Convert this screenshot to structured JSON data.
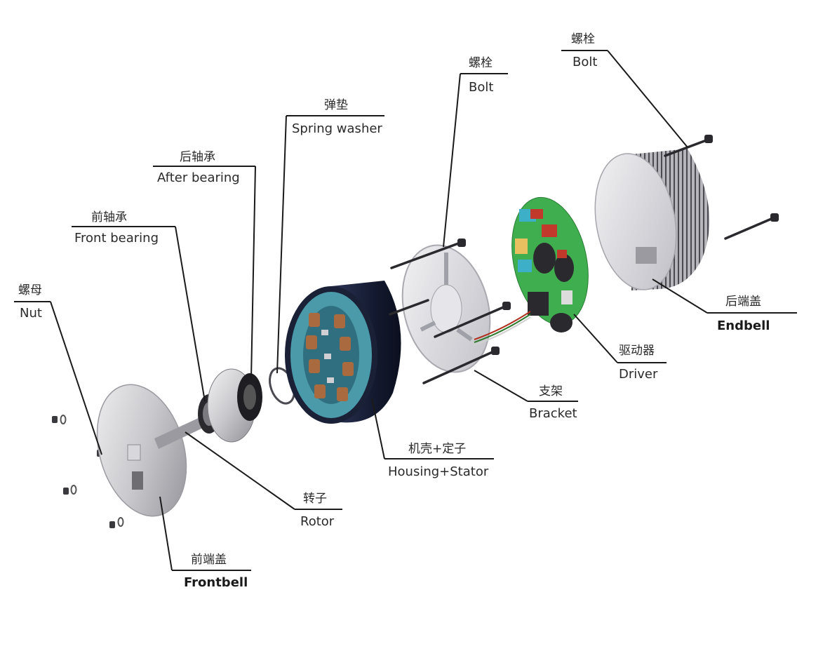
{
  "labels": {
    "nut": {
      "zh": "螺母",
      "en": "Nut"
    },
    "front_bearing": {
      "zh": "前轴承",
      "en": "Front bearing"
    },
    "after_bearing": {
      "zh": "后轴承",
      "en": "After bearing"
    },
    "spring_washer": {
      "zh": "弹垫",
      "en": "Spring washer"
    },
    "bolt_1": {
      "zh": "螺栓",
      "en": "Bolt"
    },
    "bolt_2": {
      "zh": "螺栓",
      "en": "Bolt"
    },
    "endbell": {
      "zh": "后端盖",
      "en": "Endbell"
    },
    "driver": {
      "zh": "驱动器",
      "en": "Driver"
    },
    "bracket": {
      "zh": "支架",
      "en": "Bracket"
    },
    "housing_stator": {
      "zh": "机壳+定子",
      "en": "Housing+Stator"
    },
    "rotor": {
      "zh": "转子",
      "en": "Rotor"
    },
    "frontbell": {
      "zh": "前端盖",
      "en": "Frontbell"
    }
  },
  "colors": {
    "leader": "#1a1a1a",
    "housing": "#1c2440",
    "stator_inner": "#3f8fa0",
    "copper": "#a86a3e",
    "pcb": "#3aa84a",
    "metal": "#c8c8cc"
  }
}
